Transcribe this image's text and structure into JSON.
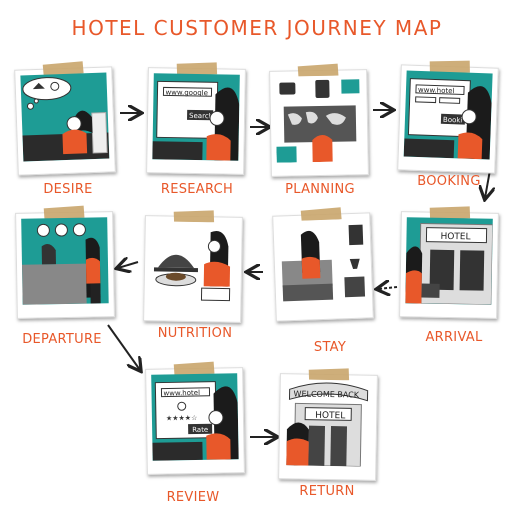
{
  "title": "HOTEL CUSTOMER JOURNEY MAP",
  "steps": [
    {
      "label": "DESIRE"
    },
    {
      "label": "RESEARCH"
    },
    {
      "label": "PLANNING"
    },
    {
      "label": "BOOKING"
    },
    {
      "label": "ARRIVAL"
    },
    {
      "label": "STAY"
    },
    {
      "label": "NUTRITION"
    },
    {
      "label": "DEPARTURE"
    },
    {
      "label": "REVIEW"
    },
    {
      "label": "RETURN"
    }
  ],
  "screen_text": {
    "research_url": "www.google",
    "research_button": "Search",
    "booking_url": "www.hotel",
    "booking_button": "Booki",
    "review_url": "www.hotel",
    "review_button": "Rate",
    "hotel_sign": "HOTEL",
    "welcome_sign": "WELCOME BACK"
  },
  "colors": {
    "accent": "#e8582a",
    "teal": "#1e9c95",
    "dark": "#2b2b2b",
    "tape": "#c9a56b"
  }
}
